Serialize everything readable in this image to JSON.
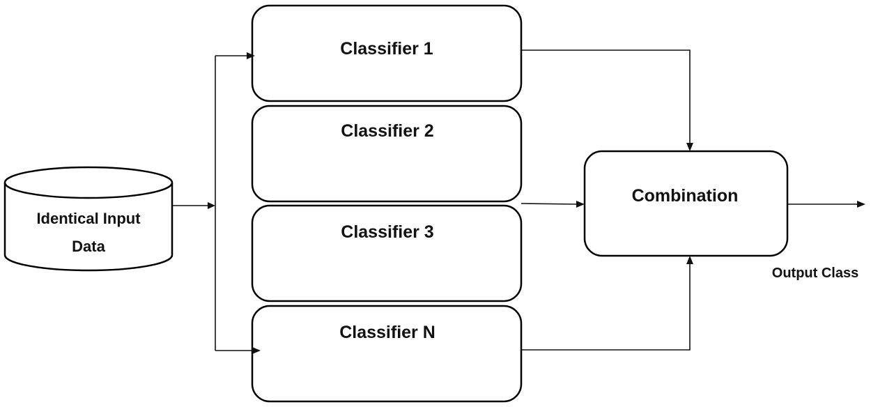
{
  "input": {
    "label_line1": "Identical Input",
    "label_line2": "Data"
  },
  "classifiers": [
    {
      "label": "Classifier 1"
    },
    {
      "label": "Classifier 2"
    },
    {
      "label": "Classifier 3"
    },
    {
      "label": "Classifier N"
    }
  ],
  "combination": {
    "label": "Combination"
  },
  "output": {
    "label": "Output Class"
  },
  "colors": {
    "stroke": "#000000",
    "text": "#111111",
    "background": "#ffffff"
  }
}
